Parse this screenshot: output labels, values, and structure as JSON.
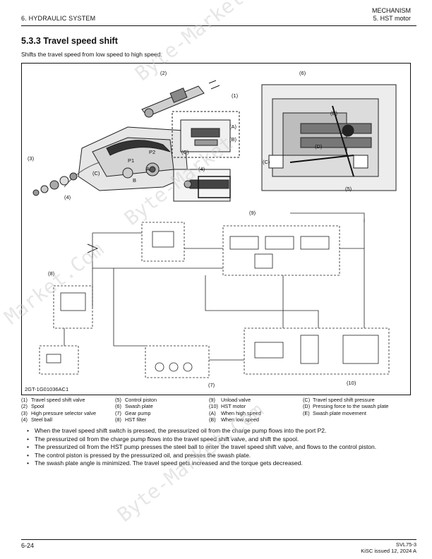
{
  "header": {
    "chapter": "6. HYDRAULIC SYSTEM",
    "section": "MECHANISM",
    "subsection": "5. HST motor"
  },
  "section_title": "5.3.3 Travel speed shift",
  "subtitle": "Shifts the travel speed from low speed to high speed.",
  "figure": {
    "code": "2GT-1G01036AC1",
    "callouts": [
      "(1)",
      "(2)",
      "(3)",
      "(4)",
      "(5)",
      "(6)",
      "(7)",
      "(8)",
      "(9)",
      "(10)",
      "(A)",
      "(B)",
      "(C)",
      "(D)",
      "(E)"
    ],
    "port_labels": [
      "P2",
      "P1",
      "A",
      "B",
      "C"
    ]
  },
  "legend": [
    [
      {
        "key": "(1)",
        "text": "Travel speed shift valve"
      },
      {
        "key": "(2)",
        "text": "Spool"
      },
      {
        "key": "(3)",
        "text": "High pressure selector valve"
      },
      {
        "key": "(4)",
        "text": "Steel ball"
      }
    ],
    [
      {
        "key": "(5)",
        "text": "Control piston"
      },
      {
        "key": "(6)",
        "text": "Swash plate"
      },
      {
        "key": "(7)",
        "text": "Gear pump"
      },
      {
        "key": "(8)",
        "text": "HST filter"
      }
    ],
    [
      {
        "key": "(9)",
        "text": "Unload valve"
      },
      {
        "key": "(10)",
        "text": "HST motor"
      },
      {
        "key": "(A)",
        "text": "When high speed"
      },
      {
        "key": "(B)",
        "text": "When low speed"
      }
    ],
    [
      {
        "key": "(C)",
        "text": "Travel speed shift pressure"
      },
      {
        "key": "(D)",
        "text": "Pressing force to the swash plate"
      },
      {
        "key": "(E)",
        "text": "Swash plate movement"
      }
    ]
  ],
  "bullets": [
    "When the travel speed shift switch is pressed, the pressurized oil from the charge pump flows into the port P2.",
    "The pressurized oil from the charge pump flows into the travel speed shift valve, and shift the spool.",
    "The pressurized oil from the HST pump presses the steel ball to enter the travel speed shift valve, and flows to the control piston.",
    "The control piston is pressed by the pressurized oil, and presses the swash plate.",
    "The swash plate angle is minimized. The travel speed gets increased and the torque gets decreased."
  ],
  "footer": {
    "page": "6-24",
    "model": "SVL75-3",
    "issue": "KiSC issued 12, 2024 A"
  },
  "watermarks": [
    "Byte-Market.Com",
    "Byte-Market",
    "Byte-Market.Com",
    "Market.Com"
  ]
}
